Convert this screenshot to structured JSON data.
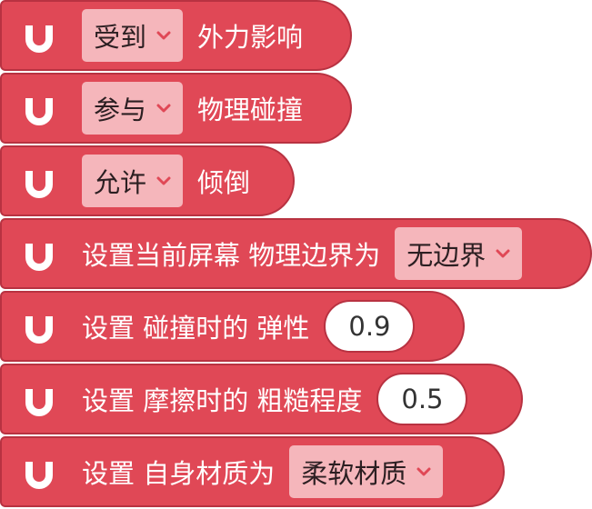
{
  "blocks": [
    {
      "prefix": "",
      "dropdown": "受到",
      "suffix": "外力影响"
    },
    {
      "prefix": "",
      "dropdown": "参与",
      "suffix": "物理碰撞"
    },
    {
      "prefix": "",
      "dropdown": "允许",
      "suffix": "倾倒"
    },
    {
      "prefix": "设置当前屏幕 物理边界为",
      "dropdown": "无边界"
    },
    {
      "prefix": "设置 碰撞时的 弹性",
      "value": "0.9"
    },
    {
      "prefix": "设置 摩擦时的 粗糙程度",
      "value": "0.5"
    },
    {
      "prefix": "设置 自身材质为",
      "dropdown": "柔软材质"
    }
  ],
  "colors": {
    "block": "#e04856",
    "border": "#b83241",
    "dropdown_bg": "#f5b6bb",
    "chevron": "#e04856"
  },
  "icons": {
    "block_icon": "magnet-icon",
    "dropdown_icon": "chevron-down-icon"
  }
}
